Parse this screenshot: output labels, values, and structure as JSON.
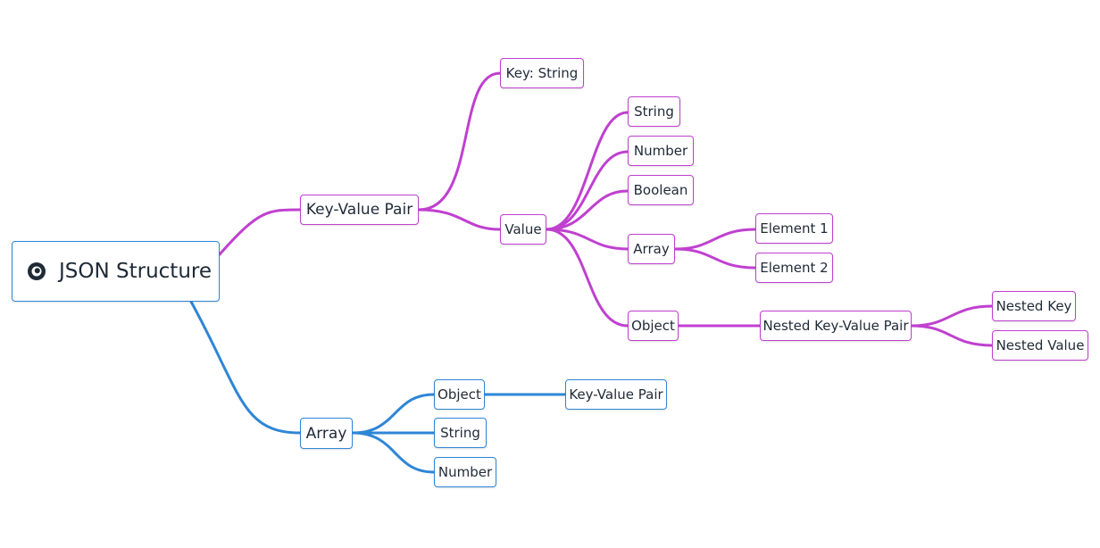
{
  "colors": {
    "purple_branch": "#c040d0",
    "blue_branch": "#2e86d6",
    "text": "#1f2a37"
  },
  "root": {
    "label": "JSON Structure",
    "icon": "json-logo-icon"
  },
  "nodes": {
    "kvp": "Key-Value Pair",
    "key_string": "Key: String",
    "value": "Value",
    "v_string": "String",
    "v_number": "Number",
    "v_boolean": "Boolean",
    "v_array": "Array",
    "element1": "Element 1",
    "element2": "Element 2",
    "v_object": "Object",
    "nested_kvp": "Nested Key-Value Pair",
    "nested_key": "Nested Key",
    "nested_value": "Nested Value",
    "array": "Array",
    "a_object": "Object",
    "a_kvp": "Key-Value Pair",
    "a_string": "String",
    "a_number": "Number"
  }
}
